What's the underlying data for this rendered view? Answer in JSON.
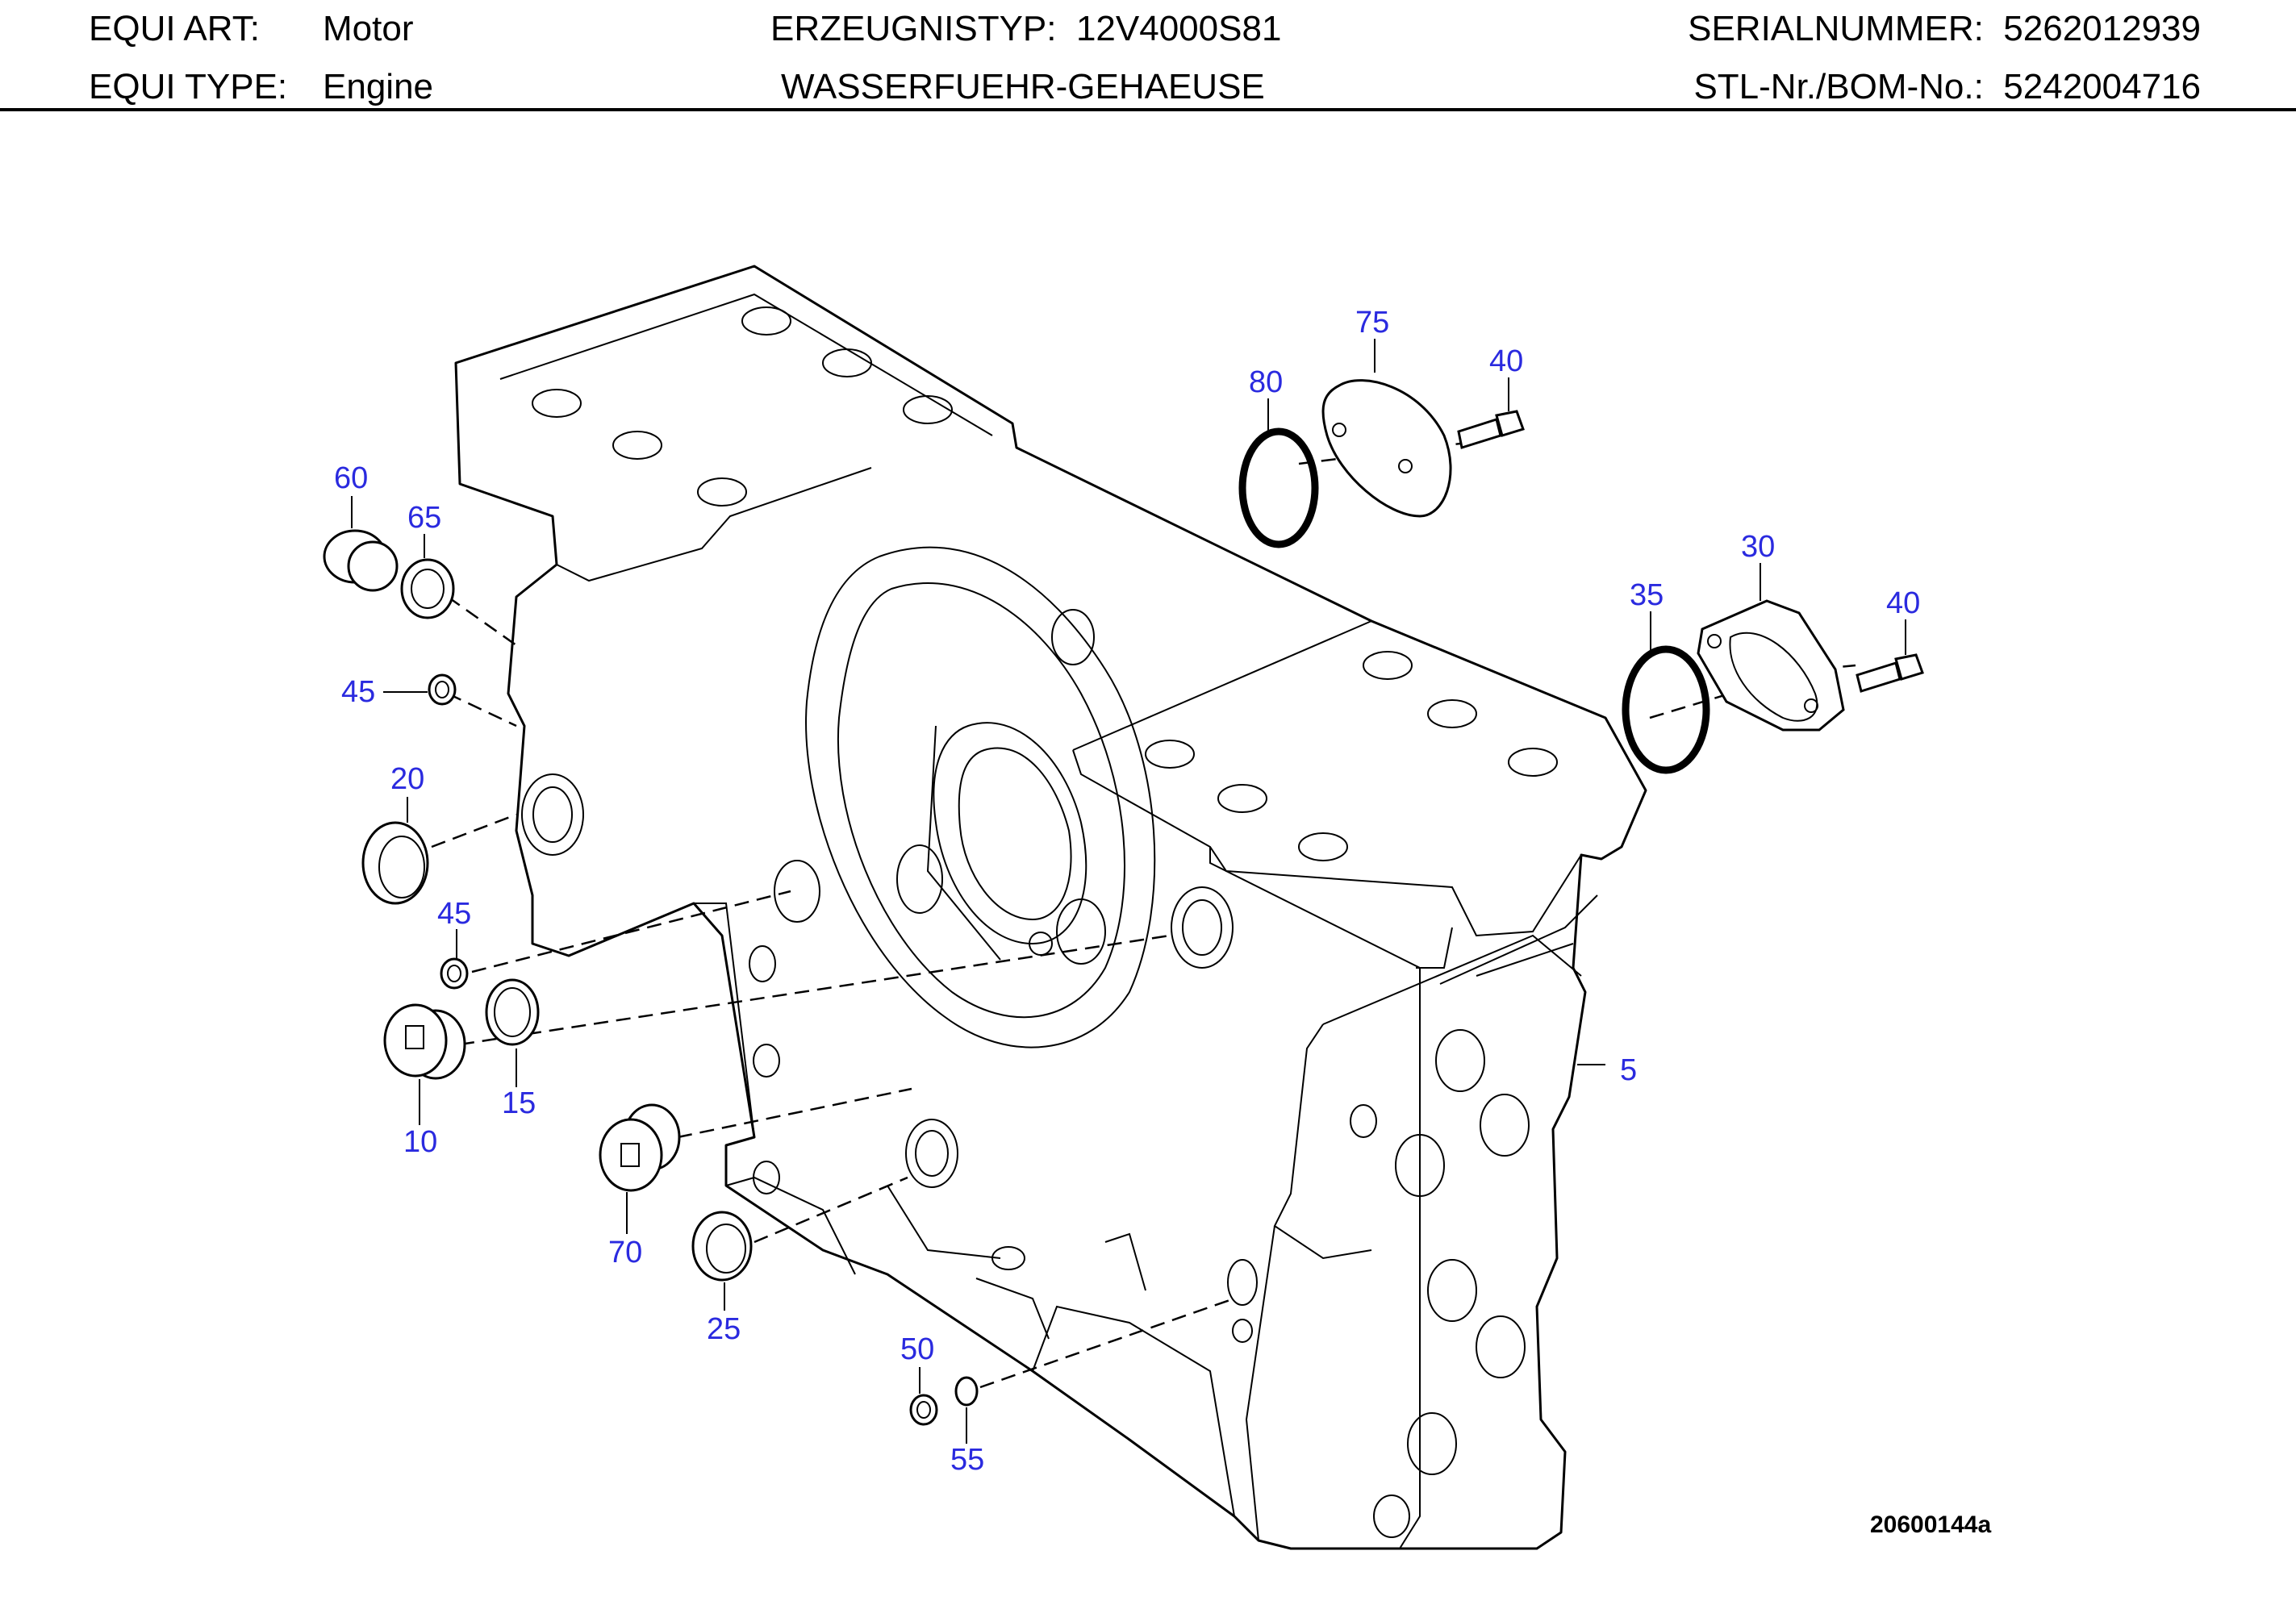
{
  "header": {
    "equi_art_label": "EQUI ART:",
    "equi_art_value": "Motor",
    "equi_type_label": "EQUI TYPE:",
    "equi_type_value": "Engine",
    "product_type_label": "ERZEUGNISTYP:",
    "product_type_value": "12V4000S81",
    "assembly_name": "WASSERFUEHR-GEHAEUSE",
    "serial_label": "SERIALNUMMER:",
    "serial_value": "5262012939",
    "bom_label": "STL-Nr./BOM-No.:",
    "bom_value": "5242004716"
  },
  "diagram": {
    "figure_id": "20600144a",
    "callouts": {
      "c5": "5",
      "c10": "10",
      "c15": "15",
      "c20": "20",
      "c25": "25",
      "c30": "30",
      "c35": "35",
      "c40a": "40",
      "c40b": "40",
      "c45a": "45",
      "c45b": "45",
      "c50": "50",
      "c55": "55",
      "c60": "60",
      "c65": "65",
      "c70": "70",
      "c75": "75",
      "c80": "80"
    }
  },
  "colors": {
    "callout_text": "#2a2adf",
    "line_art": "#000000",
    "background": "#ffffff"
  }
}
